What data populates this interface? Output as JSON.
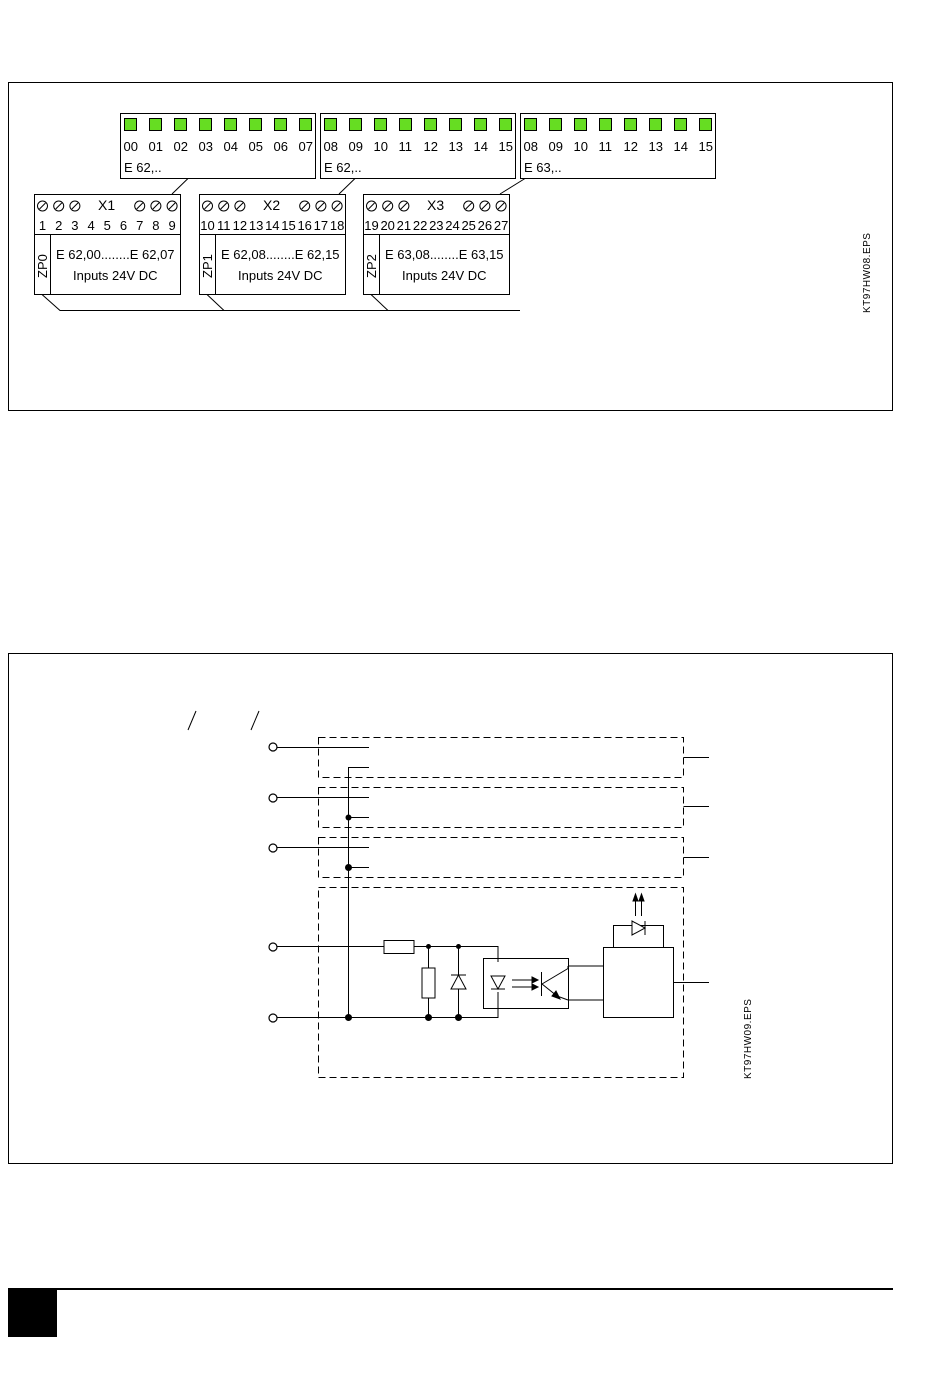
{
  "figure1": {
    "led_color": "#66dd22",
    "led_groups": [
      {
        "numbers": [
          "00",
          "01",
          "02",
          "03",
          "04",
          "05",
          "06",
          "07"
        ],
        "address": "E 62,.."
      },
      {
        "numbers": [
          "08",
          "09",
          "10",
          "11",
          "12",
          "13",
          "14",
          "15"
        ],
        "address": "E 62,.."
      },
      {
        "numbers": [
          "08",
          "09",
          "10",
          "11",
          "12",
          "13",
          "14",
          "15"
        ],
        "address": "E 63,.."
      }
    ],
    "connectors": [
      {
        "name": "X1",
        "pins": [
          "1",
          "2",
          "3",
          "4",
          "5",
          "6",
          "7",
          "8",
          "9"
        ],
        "zp": "ZP0",
        "range": "E 62,00........E 62,07",
        "desc": "Inputs 24V DC"
      },
      {
        "name": "X2",
        "pins": [
          "10",
          "11",
          "12",
          "13",
          "14",
          "15",
          "16",
          "17",
          "18"
        ],
        "zp": "ZP1",
        "range": "E 62,08........E 62,15",
        "desc": "Inputs 24V DC"
      },
      {
        "name": "X3",
        "pins": [
          "19",
          "20",
          "21",
          "22",
          "23",
          "24",
          "25",
          "26",
          "27"
        ],
        "zp": "ZP2",
        "range": "E 63,08........E 63,15",
        "desc": "Inputs 24V DC"
      }
    ],
    "file_label": "KT97HW08.EPS"
  },
  "figure2": {
    "file_label": "KT97HW09.EPS"
  }
}
